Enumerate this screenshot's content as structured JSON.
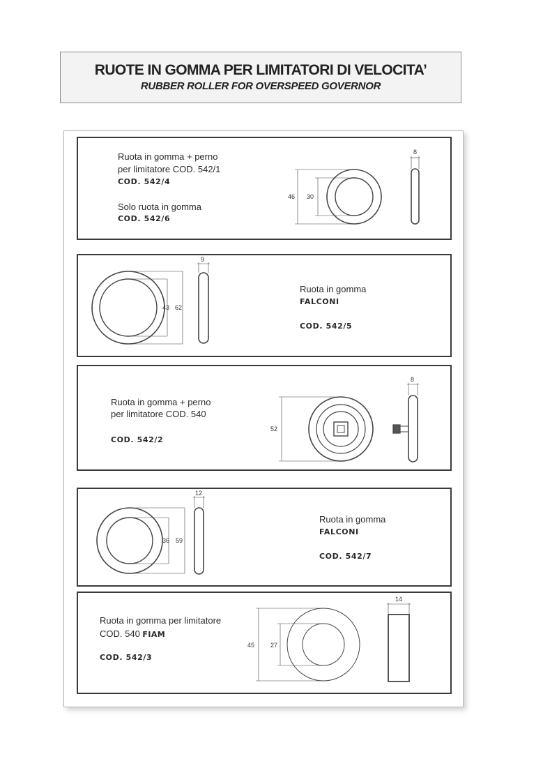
{
  "header": {
    "title": "RUOTE IN GOMMA PER LIMITATORI DI VELOCITA’",
    "subtitle": "RUBBER ROLLER FOR OVERSPEED GOVERNOR"
  },
  "panels": [
    {
      "line1": "Ruota in gomma + perno",
      "line2": "per limitatore COD. 542/1",
      "code1": "COD.  542/4",
      "line3": "Solo ruota in gomma",
      "code2": "COD.  542/6",
      "dims": {
        "outer": "46",
        "inner": "30",
        "width": "8"
      }
    },
    {
      "line1": "Ruota in gomma",
      "brand": "FALCONI",
      "code": "COD.  542/5",
      "dims": {
        "inner": "43",
        "outer": "62",
        "width": "9"
      }
    },
    {
      "line1": "Ruota in gomma + perno",
      "line2": "per limitatore COD. 540",
      "code": "COD.  542/2",
      "dims": {
        "outer": "52",
        "width": "8"
      }
    },
    {
      "line1": "Ruota in gomma",
      "brand": "FALCONI",
      "code": "COD.  542/7",
      "dims": {
        "inner": "36",
        "outer": "59",
        "width": "12"
      }
    },
    {
      "line1": "Ruota in gomma per limitatore",
      "line2_prefix": "COD. 540 ",
      "line2_brand": "FIAM",
      "code": "COD.  542/3",
      "dims": {
        "outer": "45",
        "inner": "27",
        "width": "14"
      }
    }
  ]
}
